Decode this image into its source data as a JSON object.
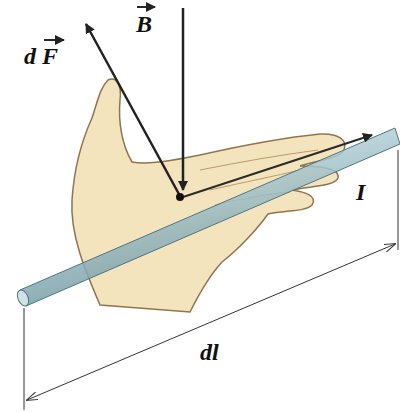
{
  "diagram": {
    "labels": [
      "d F",
      "B",
      "I",
      "dl"
    ]
  }
}
